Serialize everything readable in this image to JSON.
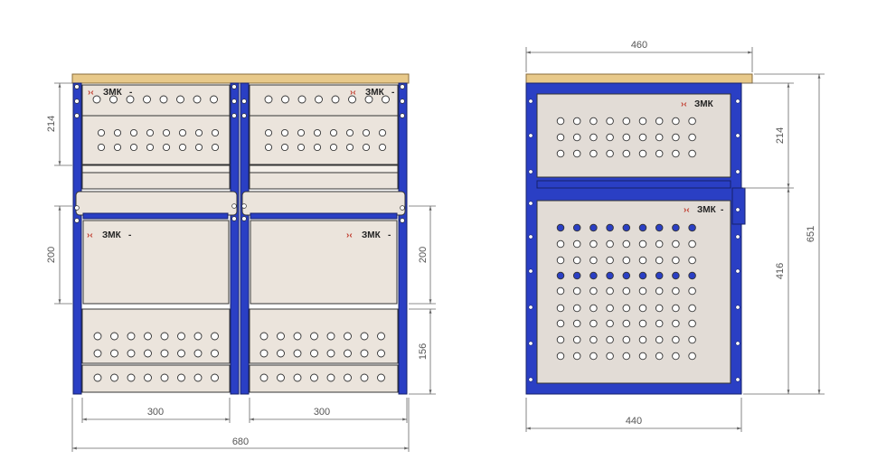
{
  "brand": {
    "logo_text": "ЗМК",
    "mark": "›‹",
    "tail": "-"
  },
  "dimensions": {
    "front_total_width": "680",
    "left_section_width": "300",
    "right_section_width": "300",
    "front_top_drawer_height": "214",
    "front_middle_drawer_height": "200",
    "front_bottom_drawer_height": "156",
    "side_top_width": "460",
    "side_bottom_width": "440",
    "side_upper_drawer_height": "214",
    "side_lower_drawer_height": "416",
    "side_total_height": "651"
  },
  "colors": {
    "frame_blue": "#2a3fc4",
    "panel_fill": "#ebe4dc",
    "panel_stroke": "#333333",
    "worktop": "#e8c98a",
    "side_panel": "#e2dcd6",
    "dimension_line": "#666666"
  }
}
